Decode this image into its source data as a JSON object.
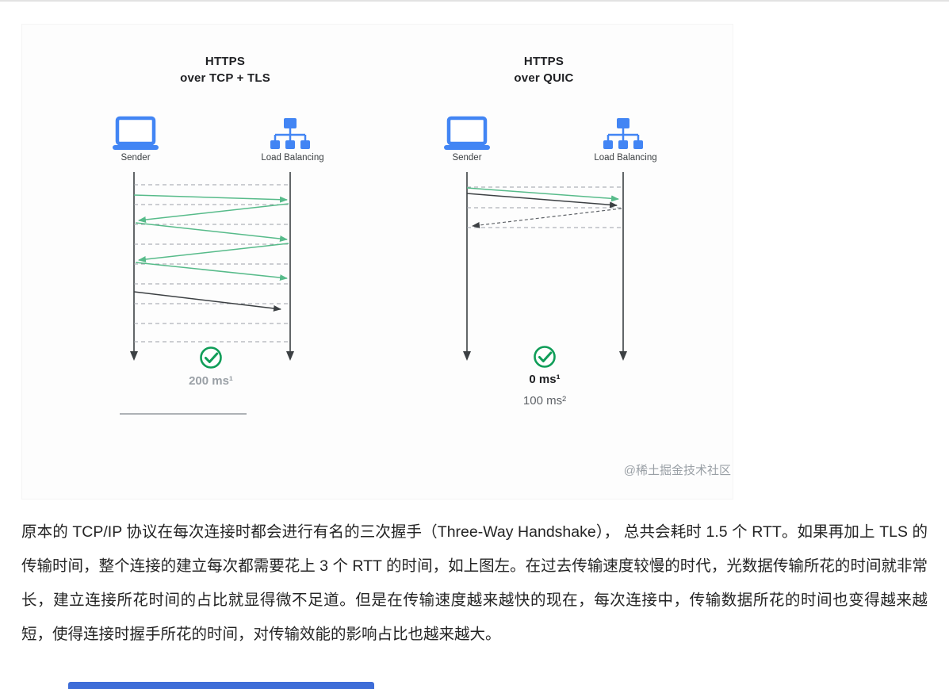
{
  "figure": {
    "left": {
      "title_line1": "HTTPS",
      "title_line2": "over TCP + TLS",
      "sender_label": "Sender",
      "lb_label": "Load Balancing",
      "latency_primary": "200 ms¹"
    },
    "right": {
      "title_line1": "HTTPS",
      "title_line2": "over QUIC",
      "sender_label": "Sender",
      "lb_label": "Load Balancing",
      "latency_primary": "0 ms¹",
      "latency_secondary": "100 ms²"
    },
    "watermark": "@稀土掘金技术社区",
    "colors": {
      "icon_blue": "#4285f4",
      "arrow_green": "#57bb8a",
      "arrow_dark": "#3c4043",
      "check_green": "#0f9d58",
      "dashed_gray": "#9aa0a6"
    }
  },
  "article": {
    "paragraph": "原本的 TCP/IP 协议在每次连接时都会进行有名的三次握手（Three-Way Handshake）， 总共会耗时 1.5 个 RTT。如果再加上 TLS 的传输时间，整个连接的建立每次都需要花上 3 个 RTT 的时间，如上图左。在过去传输速度较慢的时代，光数据传输所花的时间就非常长，建立连接所花时间的占比就显得微不足道。但是在传输速度越来越快的现在，每次连接中，传输数据所花的时间也变得越来越短，使得连接时握手所花的时间，对传输效能的影响占比也越来越大。"
  }
}
